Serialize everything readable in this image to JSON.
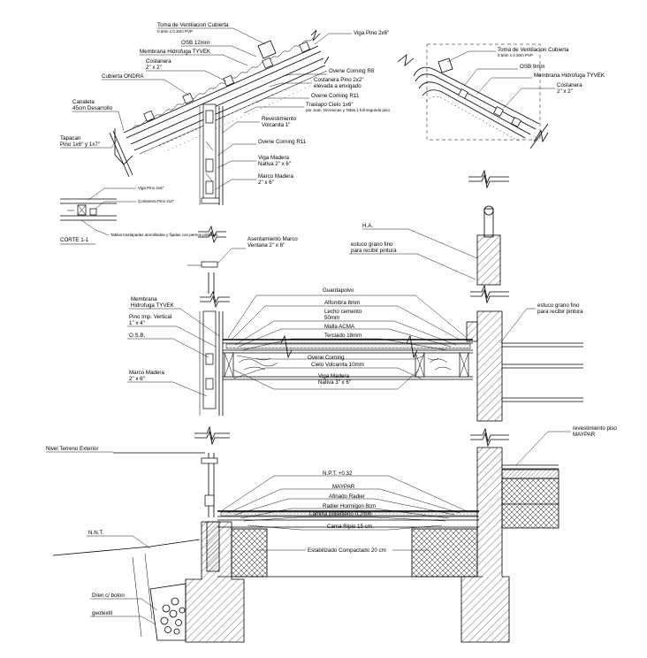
{
  "labels": {
    "toma_vent_1": "Toma de Ventilacion Cubierta",
    "toma_vent_1_sub": "0.50m x 0.30m PVP",
    "viga_pino": "Viga Pino 2x6\"",
    "osb_12": "OSB 12mm",
    "membrana_1": "Membrana Hidrofuga TYVEK",
    "costanera_1": "Costanera",
    "costanera_1_dim": "2\" x 2\"",
    "cubierta": "Cubierta ONDRA",
    "canaleta": "Canaleta",
    "canaleta_dim": "45cm Desarrollo",
    "tapacan": "Tapacan",
    "tapacan_dim": "Pino 1x6\" y 1x7\"",
    "ovene_r8": "Ovene Corning R8",
    "costanera_pino": "Costanera Pino 2x2\"",
    "costanera_pino_2": "elevada a envigado",
    "ovene_r11_a": "Ovene Corning R11",
    "traslapo": "Traslapo Cielo 1x6\"",
    "traslapo_sub": "par Juan, Divisionas y Tabla 1 full segunda pino",
    "revestimiento": "Revestimiento",
    "revestimiento_2": "Volcanita 1\"",
    "ovene_r11_b": "Ovene Corning R11",
    "viga_madera_1": "Viga Madera",
    "viga_madera_1_dim": "Nativa 2\" x 6\"",
    "marco_madera_1": "Marco Madera",
    "marco_madera_1_dim": "2\" x 6\"",
    "toma_vent_2": "Toma de Ventilacion Cubierta",
    "toma_vent_2_sub": "0.50m x 0.30m PVP",
    "osb_9": "OSB 9mm",
    "membrana_2": "Membrana Hidrofuga TYVEK",
    "costanera_2": "Costanera",
    "costanera_2_dim": "2\" x 2\"",
    "corte_viga": "Viga Pino 2x6\"",
    "corte_costanera": "Costanera Pino 2x2\"",
    "corte_title": "CORTE 1-1",
    "corte_note": "Tablas traslapadas atornilladas y fijadas con pernos pintados",
    "ha": "H.A.",
    "estuco_1": "estuco grano fino",
    "estuco_1_b": "para recibir pintura",
    "asentamiento": "Asentamiento Marco",
    "asentamiento_dim": "Ventana 2\" x 6\"",
    "guardapolvo": "Guardapolvo",
    "alfombra": "Alfombra 8mm",
    "lecho": "Lecho cemento",
    "lecho_dim": "50mm",
    "malla": "Malla ACMA",
    "terciado": "Terciado 18mm",
    "membrana_3": "Membrana",
    "membrana_3_b": "Hidrofuga TYVEK",
    "pino_imp": "Pino Imp. Vertical",
    "pino_imp_dim": "1\" x 4\"",
    "osb_label": "O.S.B.",
    "marco_madera_2": "Marco Madera",
    "marco_madera_2_dim": "2\" x 6\"",
    "estuco_2": "estuco grano fino",
    "estuco_2_b": "para recibir pintura",
    "ovene_corning": "Ovene Corning",
    "cielo_volcanita": "Cielo Volcanita 10mm",
    "viga_madera_2": "Viga Madera",
    "viga_madera_2_dim": "Nativa 3\" x 6\"",
    "nivel_terreno": "Nivel Terreno Exterior",
    "revestimiento_piso": "revestimiento piso",
    "revestimiento_piso_b": "MAYPAR",
    "npt": "N.P.T. +0.32",
    "maypar": "MAYPAR",
    "afinado": "Afinado Radier",
    "radier": "Radier Hormigon 8cm",
    "lamina": "Lamina polietileno 0,2mm",
    "cama": "Cama Ripio 15 cm",
    "nnt": "N.N.T.",
    "estabilizado": "Estabilizado Compactado 20 cm",
    "dren": "Dren c/ bolon",
    "geotextil": "geotextil"
  }
}
